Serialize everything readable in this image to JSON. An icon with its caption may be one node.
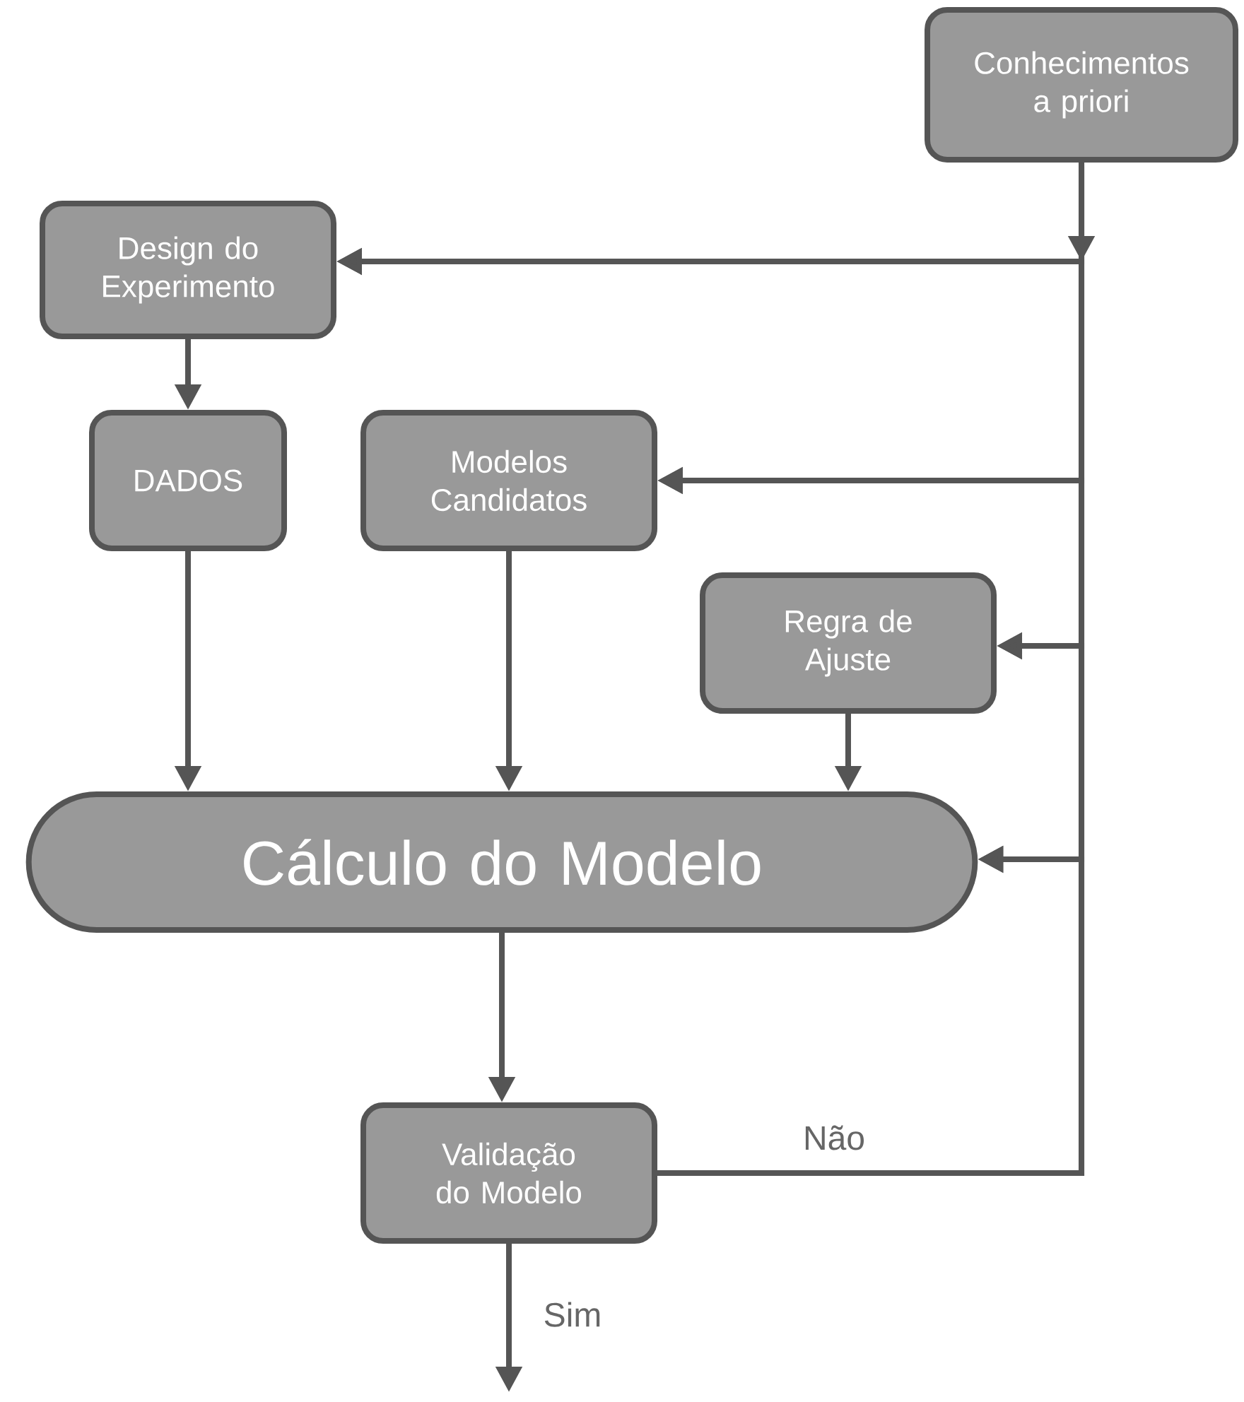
{
  "diagram": {
    "nodes": [
      {
        "text": [
          "Conhecimentos a priori"
        ]
      },
      {
        "text": [
          "Design do Experimento"
        ]
      },
      {
        "text": [
          "DADOS"
        ]
      },
      {
        "text": [
          "Modelos Candidatos"
        ]
      },
      {
        "text": [
          "Regra de Ajuste"
        ]
      },
      {
        "text": [
          "Cálculo do Modelo"
        ]
      },
      {
        "text": [
          "Validação do Modelo"
        ]
      }
    ],
    "edges": [
      {
        "from": 1,
        "to": 2,
        "arrow": "to"
      },
      {
        "from": 2,
        "to": 5,
        "arrow": "to"
      },
      {
        "from": 3,
        "to": 5,
        "arrow": "to"
      },
      {
        "from": 4,
        "to": 5,
        "arrow": "to"
      },
      {
        "from": 5,
        "to": 6,
        "arrow": "to"
      },
      {
        "from": 0,
        "to": 1,
        "arrow": "to"
      },
      {
        "from": 0,
        "to": 3,
        "arrow": "to"
      },
      {
        "from": 0,
        "to": 4,
        "arrow": "to"
      },
      {
        "from": 0,
        "to": 5,
        "arrow": "to"
      },
      {
        "from": 6,
        "to": 1,
        "arrow": "to"
      },
      {
        "from": 6,
        "to": 3,
        "arrow": "to"
      },
      {
        "from": 6,
        "to": 4,
        "arrow": "to"
      },
      {
        "from": 6,
        "to": 5,
        "arrow": "to",
        "label": "Não"
      },
      {
        "from": 6,
        "to": null,
        "arrow": "to",
        "label": "Sim"
      }
    ]
  }
}
